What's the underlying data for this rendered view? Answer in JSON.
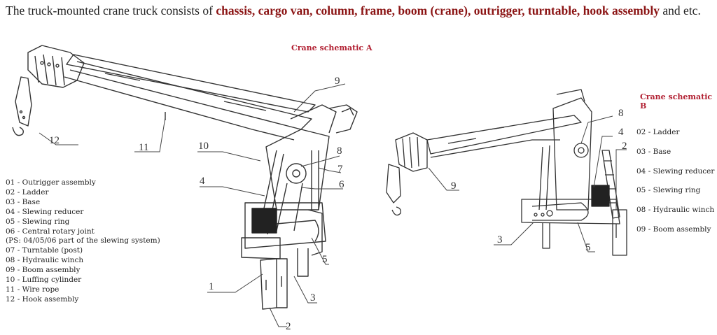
{
  "intro": {
    "prefix": "The truck-mounted crane truck consists of ",
    "highlight": "chassis, cargo van, column, frame, boom (crane), outrigger, turntable, hook assembly",
    "suffix": " and etc."
  },
  "schematic_a": {
    "title": "Crane schematic A",
    "legend": [
      "01 - Outrigger assembly",
      "02 - Ladder",
      "03 - Base",
      "04 - Slewing reducer",
      "05 - Slewing ring",
      "06 - Central rotary joint",
      "(PS: 04/05/06 part of the slewing system)",
      "07 - Turntable (post)",
      "08 - Hydraulic winch",
      "09 - Boom assembly",
      "10 - Luffing cylinder",
      "11 - Wire rope",
      "12 - Hook assembly"
    ],
    "callouts": [
      "1",
      "2",
      "3",
      "4",
      "5",
      "6",
      "7",
      "8",
      "9",
      "10",
      "11",
      "12"
    ]
  },
  "schematic_b": {
    "title": "Crane schematic B",
    "legend": [
      "02 - Ladder",
      "03 - Base",
      "04 - Slewing reducer",
      "05 - Slewing ring",
      "08 - Hydraulic winch",
      "09 - Boom assembly"
    ],
    "callouts": [
      "8",
      "4",
      "2",
      "9",
      "3",
      "5"
    ]
  },
  "colors": {
    "highlight": "#8b1414",
    "schematic_title": "#b22234",
    "line": "#333333"
  }
}
